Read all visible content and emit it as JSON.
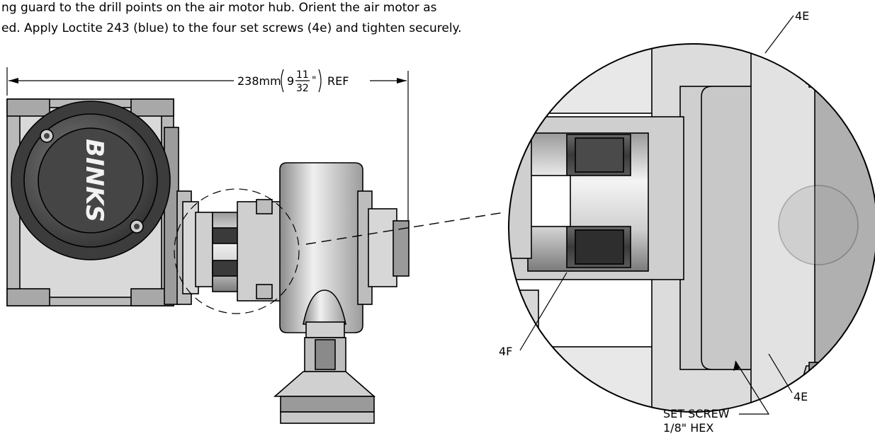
{
  "instructions": {
    "line1": "ng guard to the drill points on the air motor hub. Orient the air motor as",
    "line2": "ed. Apply Loctite 243 (blue) to the four set screws (4e) and tighten securely."
  },
  "dimension": {
    "value": "238mm",
    "whole": "9",
    "numerator": "11",
    "denominator": "32",
    "inch_mark": "\"",
    "ref": "REF"
  },
  "logo": {
    "text": "BINKS"
  },
  "callouts": {
    "set_screw_top": "4E",
    "set_screw_bottom": "4E",
    "coupling": "4F",
    "set_screw_label": "SET SCREW",
    "hex_size": "1/8\" HEX"
  },
  "colors": {
    "outline": "#000000",
    "metal_light": "#e6e6e6",
    "metal_mid": "#bcbcbc",
    "metal_dark": "#5a5a5a",
    "rubber": "#2e2e2e"
  }
}
